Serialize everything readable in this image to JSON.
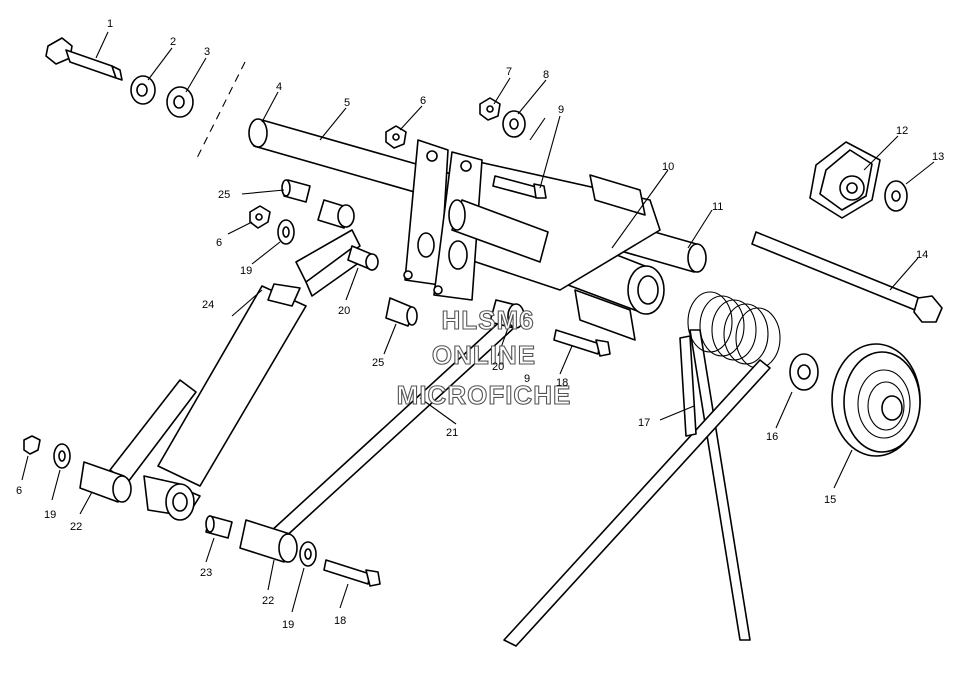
{
  "watermark": {
    "line1": "HLSM6",
    "line2": "ONLINE",
    "line3": "MICROFICHE"
  },
  "callouts": [
    {
      "id": "c1",
      "label": "1"
    },
    {
      "id": "c2",
      "label": "2"
    },
    {
      "id": "c3",
      "label": "3"
    },
    {
      "id": "c4",
      "label": "4"
    },
    {
      "id": "c5",
      "label": "5"
    },
    {
      "id": "c6a",
      "label": "6"
    },
    {
      "id": "c6b",
      "label": "6"
    },
    {
      "id": "c6c",
      "label": "6"
    },
    {
      "id": "c7",
      "label": "7"
    },
    {
      "id": "c8",
      "label": "8"
    },
    {
      "id": "c9a",
      "label": "9"
    },
    {
      "id": "c9b",
      "label": "9"
    },
    {
      "id": "c10",
      "label": "10"
    },
    {
      "id": "c11",
      "label": "11"
    },
    {
      "id": "c12",
      "label": "12"
    },
    {
      "id": "c13",
      "label": "13"
    },
    {
      "id": "c14",
      "label": "14"
    },
    {
      "id": "c15",
      "label": "15"
    },
    {
      "id": "c16",
      "label": "16"
    },
    {
      "id": "c17",
      "label": "17"
    },
    {
      "id": "c18a",
      "label": "18"
    },
    {
      "id": "c18b",
      "label": "18"
    },
    {
      "id": "c19a",
      "label": "19"
    },
    {
      "id": "c19b",
      "label": "19"
    },
    {
      "id": "c19c",
      "label": "19"
    },
    {
      "id": "c20a",
      "label": "20"
    },
    {
      "id": "c20b",
      "label": "20"
    },
    {
      "id": "c21",
      "label": "21"
    },
    {
      "id": "c22a",
      "label": "22"
    },
    {
      "id": "c22b",
      "label": "22"
    },
    {
      "id": "c23",
      "label": "23"
    },
    {
      "id": "c24",
      "label": "24"
    },
    {
      "id": "c25a",
      "label": "25"
    },
    {
      "id": "c25b",
      "label": "25"
    }
  ]
}
